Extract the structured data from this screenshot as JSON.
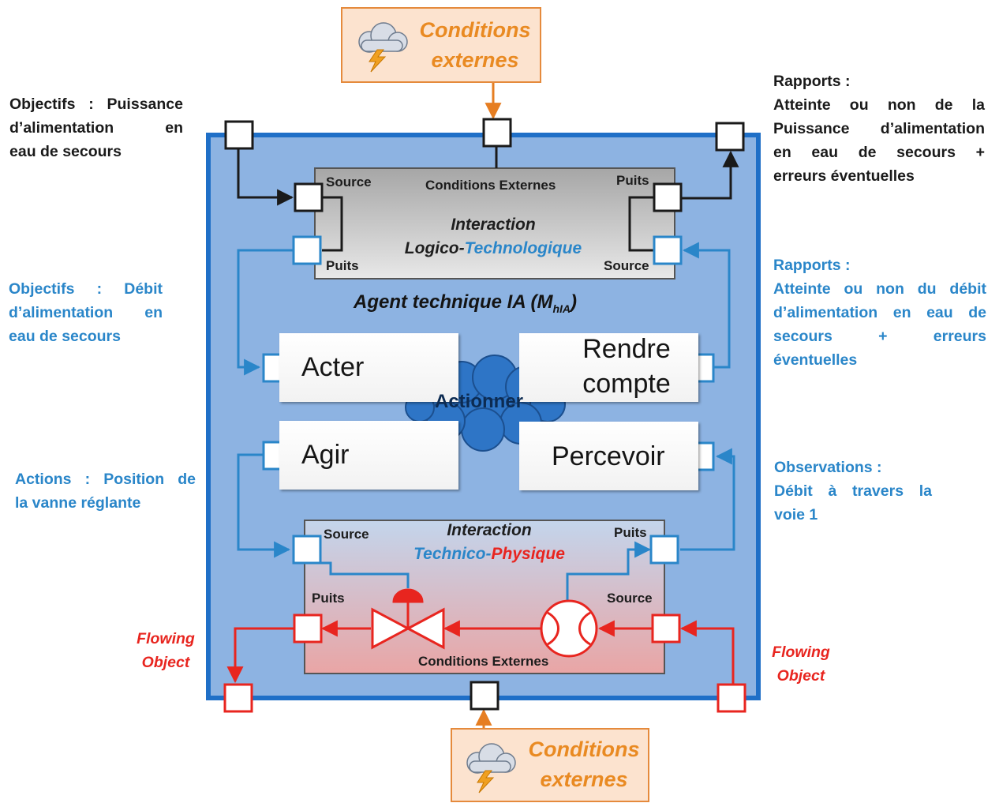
{
  "external_conditions": {
    "top_label": "Conditions externes",
    "bottom_label": "Conditions externes",
    "icon": "storm-cloud-icon"
  },
  "agent": {
    "title_prefix": "Agent technique IA (M",
    "title_subscript": "hIA",
    "title_suffix": ")"
  },
  "logico_interaction": {
    "title_line1": "Interaction",
    "title_line2_part1": "Logico-",
    "title_line2_part2": "Technologique",
    "external_label": "Conditions Externes",
    "source_left": "Source",
    "puits_left": "Puits",
    "puits_right": "Puits",
    "source_right": "Source"
  },
  "technico_interaction": {
    "title_line1": "Interaction",
    "title_line2_part1": "Technico-",
    "title_line2_part2": "Physique",
    "external_label": "Conditions Externes",
    "source_top": "Source",
    "puits_top": "Puits",
    "puits_bottom": "Puits",
    "source_bottom": "Source"
  },
  "activities": {
    "acter": "Acter",
    "rendre_line1": "Rendre",
    "rendre_line2": "compte",
    "agir": "Agir",
    "percevoir": "Percevoir",
    "actionner": "Actionner"
  },
  "annotations": {
    "objectifs_puissance": [
      "Objectifs : Puissance",
      "d’alimentation en",
      "eau de secours"
    ],
    "rapports_top": [
      "Rapports :",
      "Atteinte ou non de la",
      "Puissance d’alimentation",
      "en eau de secours +",
      "erreurs éventuelles"
    ],
    "objectifs_debit": [
      "Objectifs : Débit",
      "d’alimentation en",
      "eau de secours"
    ],
    "rapports_debit": [
      "Rapports :",
      "Atteinte ou non du débit",
      "d’alimentation en eau de",
      "secours + erreurs",
      "éventuelles"
    ],
    "actions": [
      "Actions : Position de",
      "la vanne réglante"
    ],
    "observations": [
      "Observations :",
      "Débit à travers la",
      "voie 1"
    ],
    "flowing_left": [
      "Flowing",
      "Object"
    ],
    "flowing_right": [
      "Flowing",
      "Object"
    ]
  },
  "colors": {
    "agent_fill": "#8db3e2",
    "agent_border": "#1f6fc7",
    "logical_flow": "#1a1a1a",
    "information_flow": "#2a86c9",
    "physical_flow": "#e8251f",
    "external_flow": "#e67e22"
  }
}
